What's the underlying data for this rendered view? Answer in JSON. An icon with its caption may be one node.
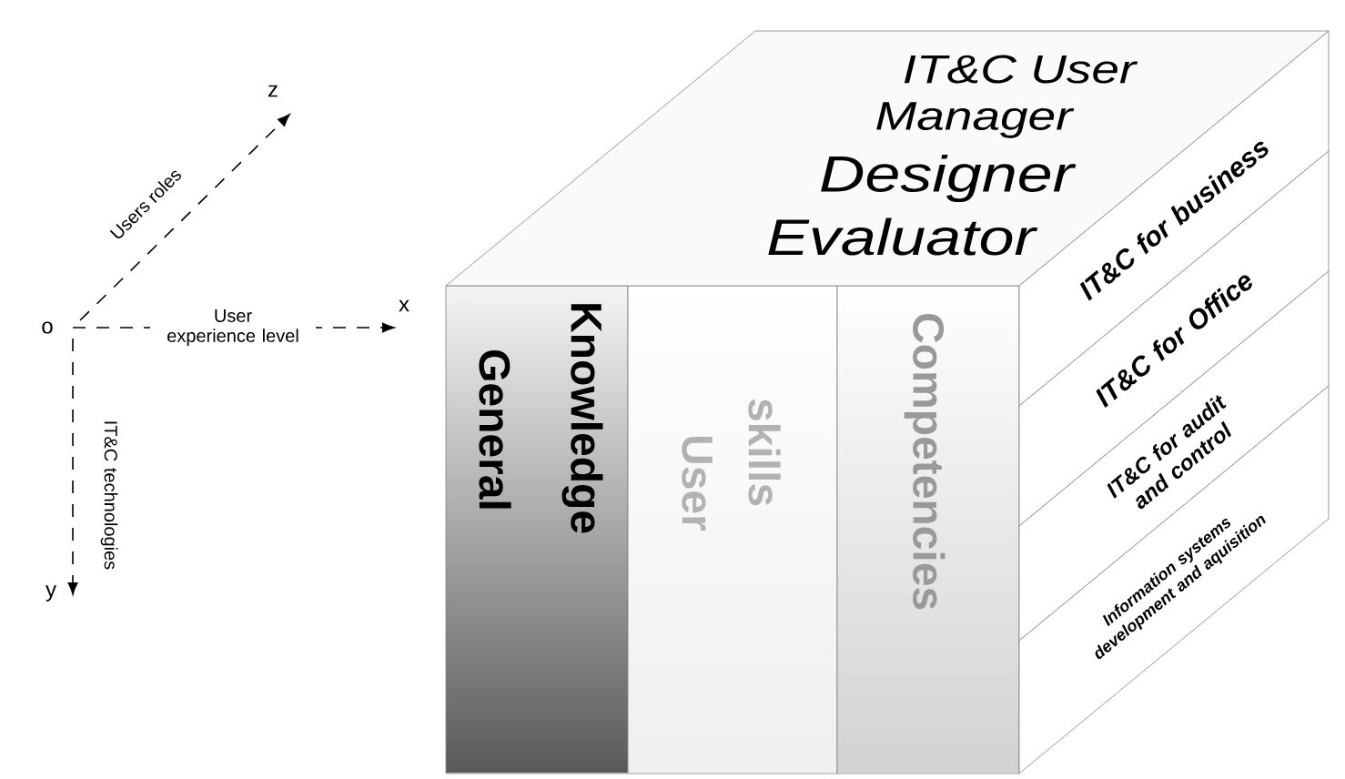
{
  "diagram": {
    "nodes": [
      {
        "text": [
          "General",
          "Knowledge"
        ]
      },
      {
        "text": [
          "User",
          "skills"
        ]
      },
      {
        "text": [
          "Competencies"
        ]
      },
      {
        "text": [
          "IT&C User",
          "Manager",
          "Designer",
          "Evaluator"
        ]
      },
      {
        "text": [
          "IT&C for business"
        ]
      },
      {
        "text": [
          "IT&C for Office"
        ]
      },
      {
        "text": [
          "IT&C for audit and control"
        ]
      },
      {
        "text": [
          "Information systems development and aquisition"
        ]
      }
    ],
    "labels": [
      "z",
      "Users roles",
      "o",
      "User experience level",
      "x",
      "IT&C technologies",
      "y"
    ]
  }
}
